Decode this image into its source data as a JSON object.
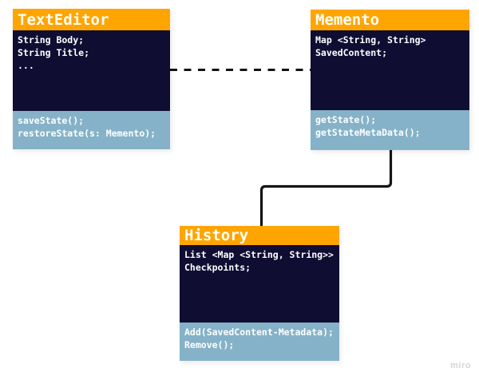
{
  "watermark": "miro",
  "colors": {
    "class_header_orange": "#FFA502",
    "fields_section_navy": "#100D33",
    "methods_section_blue": "#85B2C8",
    "connector_black": "#141414",
    "text_white": "#FFFFFF",
    "canvas_background": "#FFFFFF",
    "watermark_gray": "#D4D4D4"
  },
  "classes": [
    {
      "name": "TextEditor",
      "fields": [
        "String Body;",
        "String Title;",
        "..."
      ],
      "methods": [
        "saveState();",
        "restoreState(s: Memento);"
      ]
    },
    {
      "name": "Memento",
      "fields": [
        "Map <String, String>",
        "SavedContent;"
      ],
      "methods": [
        "getState();",
        "getStateMetaData();"
      ]
    },
    {
      "name": "History",
      "fields": [
        "List <Map <String, String>>",
        "Checkpoints;"
      ],
      "methods": [
        "Add(SavedContent-Metadata);",
        "Remove();"
      ]
    }
  ],
  "connectors": [
    {
      "from": "TextEditor",
      "to": "Memento",
      "style": "dashed"
    },
    {
      "from": "Memento",
      "to": "History",
      "style": "solid-elbow"
    }
  ]
}
